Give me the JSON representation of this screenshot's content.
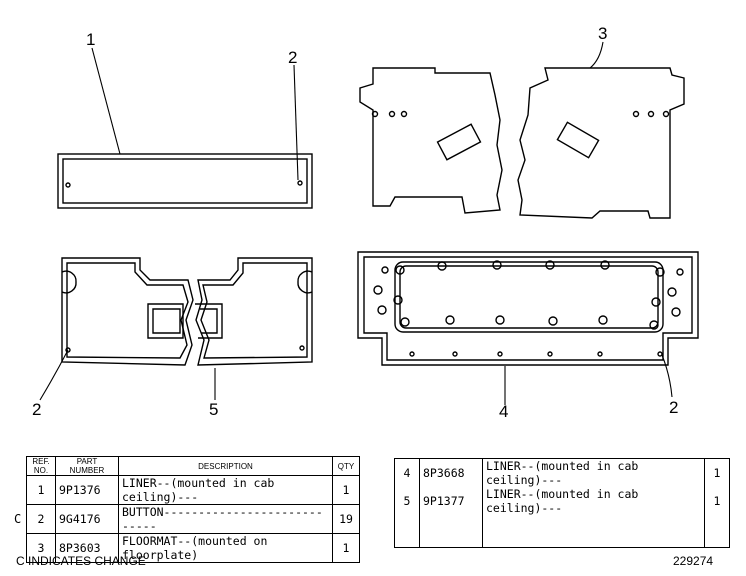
{
  "callouts": [
    "1",
    "2",
    "3",
    "2",
    "5",
    "4",
    "2"
  ],
  "table1": {
    "headers": {
      "ref": "REF.\nNO.",
      "part": "PART\nNUMBER",
      "desc": "DESCRIPTION",
      "qty": "QTY"
    },
    "rows": [
      {
        "mark": "",
        "ref": "1",
        "part": "9P1376",
        "desc": "LINER--(mounted in cab ceiling)---",
        "qty": "1"
      },
      {
        "mark": "C",
        "ref": "2",
        "part": "9G4176",
        "desc": "BUTTON----------------------------",
        "qty": "19"
      },
      {
        "mark": "",
        "ref": "3",
        "part": "8P3603",
        "desc": "FLOORMAT--(mounted on floorplate)",
        "qty": "1"
      }
    ]
  },
  "table2": {
    "rows": [
      {
        "ref": "4",
        "part": "8P3668",
        "desc": "LINER--(mounted in cab ceiling)---",
        "qty": "1"
      },
      {
        "ref": "5",
        "part": "9P1377",
        "desc": "LINER--(mounted in cab ceiling)---",
        "qty": "1"
      }
    ]
  },
  "footer": {
    "change_note": "C INDICATES CHANGE",
    "drawing_no": "229274"
  }
}
